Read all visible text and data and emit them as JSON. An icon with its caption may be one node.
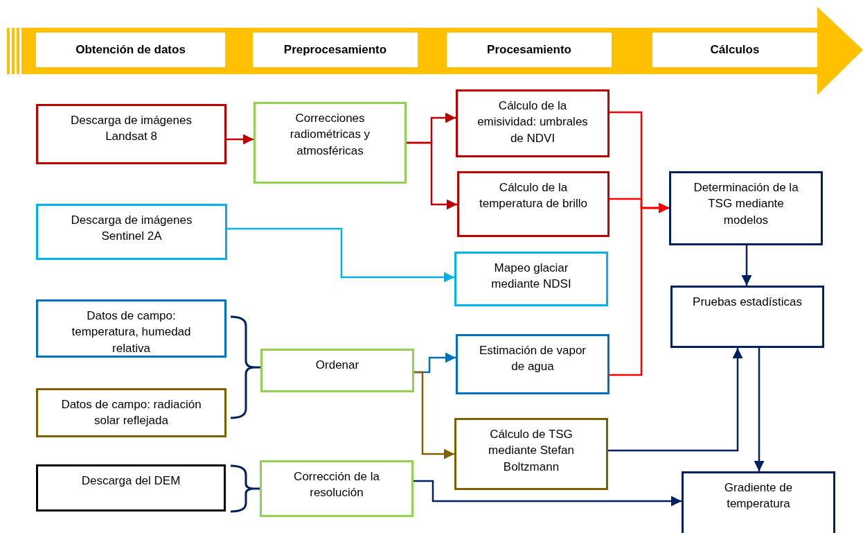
{
  "diagram": {
    "nodes": [
      {
        "text": [
          "Obtención de datos"
        ]
      },
      {
        "text": [
          "Preprocesamiento"
        ]
      },
      {
        "text": [
          "Procesamiento"
        ]
      },
      {
        "text": [
          "Cálculos"
        ]
      },
      {
        "text": [
          "Descarga de imágenes Landsat 8"
        ]
      },
      {
        "text": [
          "Correcciones radiométricas y atmosféricas"
        ]
      },
      {
        "text": [
          "Cálculo de la emisividad: umbrales de NDVI"
        ]
      },
      {
        "text": [
          "Cálculo de la temperatura de brillo"
        ]
      },
      {
        "text": [
          "Descarga de imágenes Sentinel 2A"
        ]
      },
      {
        "text": [
          "Mapeo glaciar mediante NDSI"
        ]
      },
      {
        "text": [
          "Datos de campo: temperatura, humedad relativa"
        ]
      },
      {
        "text": [
          "Ordenar"
        ]
      },
      {
        "text": [
          "Estimación de vapor de agua"
        ]
      },
      {
        "text": [
          "Datos de campo: radiación solar reflejada"
        ]
      },
      {
        "text": [
          "Cálculo de TSG mediante Stefan Boltzmann"
        ]
      },
      {
        "text": [
          "Descarga del DEM"
        ]
      },
      {
        "text": [
          "Corrección de la resolución"
        ]
      },
      {
        "text": [
          "Determinación de la TSG mediante modelos"
        ]
      },
      {
        "text": [
          "Pruebas estadísticas"
        ]
      },
      {
        "text": [
          "Gradiente de temperatura"
        ]
      }
    ],
    "edges": [
      {
        "from": 4,
        "to": 5,
        "arrow": "to",
        "color": "#c00000"
      },
      {
        "from": 5,
        "to": 6,
        "arrow": "to",
        "color": "#c00000"
      },
      {
        "from": 5,
        "to": 7,
        "arrow": "to",
        "color": "#c00000"
      },
      {
        "from": 6,
        "to": 17,
        "arrow": "to",
        "color": "#ff0000"
      },
      {
        "from": 7,
        "to": 17,
        "arrow": "to",
        "color": "#ff0000"
      },
      {
        "from": 12,
        "to": 17,
        "arrow": "to",
        "color": "#ff0000"
      },
      {
        "from": 8,
        "to": 9,
        "arrow": "to",
        "color": "#00b0f0"
      },
      {
        "from": 11,
        "to": 12,
        "arrow": "to",
        "color": "#0070c0"
      },
      {
        "from": 11,
        "to": 14,
        "arrow": "to",
        "color": "#7f6000"
      },
      {
        "from": 14,
        "to": 18,
        "arrow": "to"
      },
      {
        "from": 18,
        "to": 19,
        "arrow": "to"
      },
      {
        "from": 17,
        "to": 18,
        "arrow": "to"
      },
      {
        "from": 16,
        "to": 19,
        "arrow": "to"
      }
    ]
  }
}
